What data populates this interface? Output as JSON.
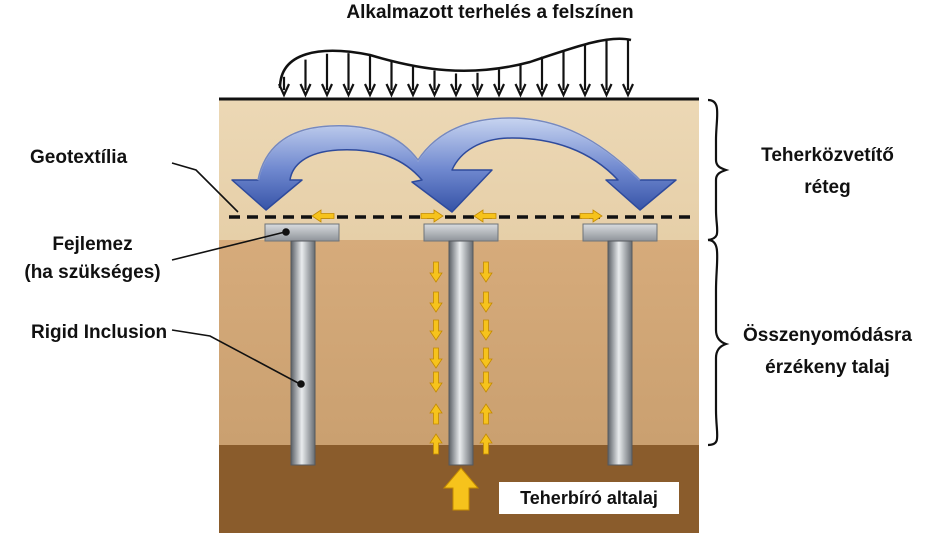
{
  "labels": {
    "applied_load": "Alkalmazott terhelés a felszínen",
    "geotextile": "Geotextília",
    "pile_cap_line1": "Fejlemez",
    "pile_cap_line2": "(ha szükséges)",
    "rigid_inclusion": "Rigid Inclusion",
    "load_transfer_line1": "Teherközvetítő",
    "load_transfer_line2": "réteg",
    "compressible_line1": "Összenyomódásra",
    "compressible_line2": "érzékeny talaj",
    "bearing_layer": "Teherbíró altalaj"
  },
  "colors": {
    "transfer_layer": "#ead3ae",
    "compressible_soil": "#d4a877",
    "bearing_soil": "#8a5c2c",
    "arch_arrow_blue": "#4a67b9",
    "small_arrows": "#f6c31c",
    "pile_gray": "#9a9ea3"
  },
  "icons": [
    "load-arrow-icon",
    "arch-arrow-icon",
    "small-arrow-icon",
    "brace-icon"
  ]
}
